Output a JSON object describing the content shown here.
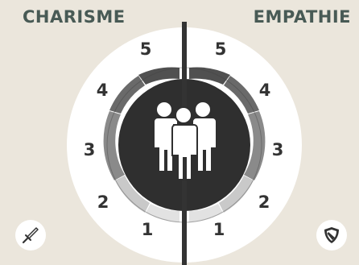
{
  "left_stat": {
    "title": "CHARISME",
    "icon": "sword-icon"
  },
  "right_stat": {
    "title": "EMPATHIE",
    "icon": "shield-icon"
  },
  "scale_labels": [
    "1",
    "2",
    "3",
    "4",
    "5"
  ],
  "center_icon": "group-of-people-icon",
  "colors": {
    "text_dark": "#333333",
    "heading": "#485a55",
    "dial_white": "#ffffff",
    "core_dark": "#2f2f2f",
    "ring_dark": "#505050",
    "ring_mid": "#8a8a8a",
    "ring_light": "#c9c9c9"
  }
}
